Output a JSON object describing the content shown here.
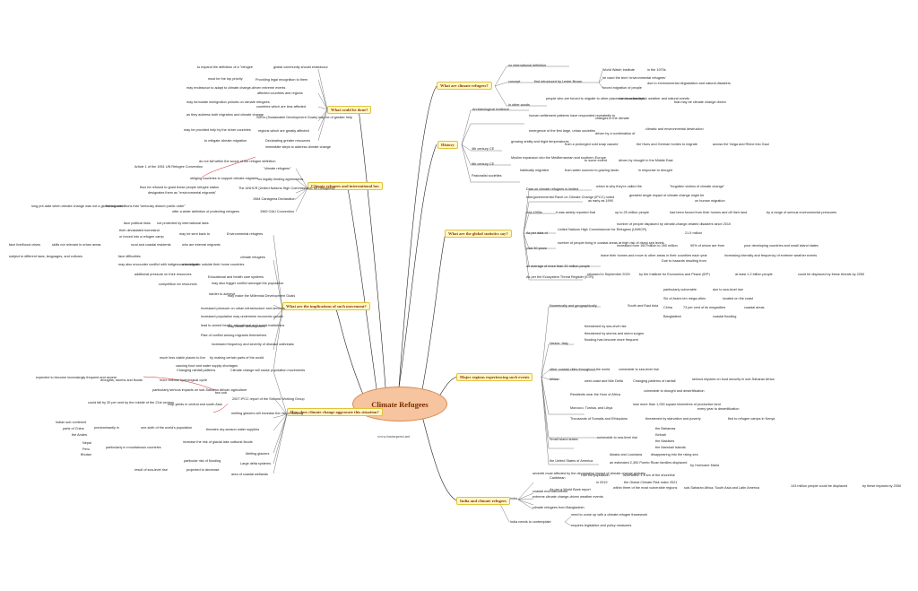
{
  "center": {
    "title": "Climate Refugees",
    "url": "www.insearpress.net"
  },
  "branches": {
    "b1": "What are climate refugees?",
    "b2": "History",
    "b3": "What are the global statistics say?",
    "b4": "Major regions experiencing such events",
    "b5": "India and climate refugees",
    "b6": "What could be done?",
    "b7": "Climate refugees and international law",
    "b8": "What are the implications of such movement?",
    "b9": "How does climate change aggravate this situation?"
  },
  "labels": {
    "r1": [
      "no international definition",
      "concept",
      "first introduced by Lester Brown",
      "World Watch Institute",
      "in the 1970s",
      "he used the term 'environmental refugees'",
      "due to environmental degradation and natural disasters",
      "forced migration of people",
      "in other words",
      "people who are forced to migrate to other places or cross borders",
      "due to catastrophic weather and natural events",
      "that may be climate change driven"
    ],
    "r2": [
      "Archaeological evidence",
      "human settlement patterns have responded repeatedly to",
      "changes in the climate",
      "emergence of the first large, urban societies",
      "driven by a combination of",
      "climatic and environmental destruction",
      "4th century CE",
      "growing aridity and frigid temperatures",
      "from a prolonged cold snap caused",
      "the Huns and German hordes to migrate",
      "across the Volga and Rhine into Gaul",
      "6th century CE",
      "Muslim expansion into the Mediterranean and southern Europe",
      "to some extent",
      "driven by drought in the Middle East",
      "Pastoralist societies",
      "habitually migrated",
      "from water sources to grazing lands",
      "in response to drought"
    ],
    "r3": [
      "Data on climate refugees is limited",
      "which is why they're called the",
      "\"forgotten victims of climate change\"",
      "Intergovernmental Panel on Climate Change (IPCC) noted",
      "as early as 1990",
      "greatest single impact of climate change might be",
      "on human migration",
      "mid-1990s",
      "it was widely reported that",
      "up to 25 million people",
      "had been forced from their homes and off their land",
      "by a range of serious environmental pressures",
      "As per data of",
      "United Nations High Commissioner for Refugees (UNHCR)",
      "number of people displaced by climate-change-related disasters since 2010",
      "21.5 million",
      "past 30 years",
      "number of people living in coastal areas at high risk of rising sea levels",
      "increased from 160 million to 260 million",
      "90% of whom are from",
      "poor developing countries and small island states",
      "an average of more than 20 million people",
      "leave their homes and move to other areas in their countries each year",
      "Due to hazards resulting from",
      "increasing intensity and frequency of extreme weather events",
      "As per the Ecosystem Threat Register (ETR)",
      "released in September 2020",
      "by the Institute for Economics and Peace (IEP)",
      "at least 1.2 billion people",
      "could be displaced by these threats by 2050"
    ],
    "r4": [
      "Numerically and geographically",
      "South and East Asia",
      "particularly vulnerable",
      "due to sea-level rise",
      "Six of Asia's ten mega-cities",
      "located on the coast",
      "China",
      "73 per cent of its megacities",
      "coastal areas",
      "Bangladesh",
      "coastal flooding",
      "Venice, Italy",
      "threatened by sea-level rise",
      "threatened by storms and storm surges",
      "flooding has become more frequent",
      "other coastal cities throughout the world",
      "vulnerable to sea-level rise",
      "Africa",
      "west coast and Nile Delta",
      "Changing patterns of rainfall",
      "serious impacts on food security in sub-Saharan Africa",
      "Residents near the Horn of Africa",
      "vulnerable to drought and desertification",
      "Morocco, Tunisia, and Libya",
      "lose more than 1,000 square kilometres of productive land",
      "every year to desertification",
      "Thousands of Somalis and Ethiopians",
      "threatened by starvation and poverty",
      "fled to refugee camps in Kenya",
      "Small island states",
      "vulnerable to sea-level rise",
      "the Bahamas",
      "Kiribati",
      "the Maldives",
      "the Marshall Islands",
      "the United States of America",
      "Alaska and Louisiana",
      "disappearing into the rising sea",
      "an estimated 2,300 Puerto Rican families displaced",
      "by Hurricane Maria",
      "Caribbean",
      "Half the population",
      "lives within 1.5 km of the shoreline",
      "As per a World Bank report",
      "within three of the most vulnerable regions",
      "sub-Saharan Africa, South Asia and Latin America",
      "143 million people could be displaced",
      "by these impacts by 2050"
    ],
    "r5": [
      "India",
      "seventh most affected by the devastating impact of climate change globally",
      "in 2019",
      "the Global Climate Risk Index 2021",
      "coastal encroachments",
      "extreme climate change-driven weather events",
      "climate refugees from Bangladesh",
      "India needs to contemplate",
      "need to come up with a climate refugee framework",
      "requires legislative and policy measures"
    ],
    "l1": [
      "to expand the definition of a \"refugee",
      "global community should endeavour",
      "must be the top priority",
      "Providing legal recognition to them",
      "may endeavour to adapt to climate change-driven extreme events",
      "affected countries and regions",
      "may formulate immigration policies on climate refugees",
      "countries which are less affected",
      "as they address both migration and climate change",
      "SDGs (Sustainable Development Goals) may be of greater help",
      "may be provided help by the richer countries",
      "regions which are greatly affected",
      "to mitigate climate migration",
      "Declarating greater resources",
      "immediate steps to address climate change"
    ],
    "l2": [
      "do not fall within the scope of the refugee definition",
      "Article 1 of the 1951 UN Refugee Convention",
      "\"climate refugees\"",
      "obliging countries to support climate migrants",
      "no legally binding agreements",
      "thus be refused to grant these people refugee status",
      "designates them as \"environmental migrants\"",
      "The UNHCR (United Nations High Commissioner for Refugees)",
      "1984 Cartagena Declaration",
      "long pre-date when climate change was not a global concern",
      "fleeing conditions that \"seriously disturb public order\"",
      "offer a wider definition of protecting refugees",
      "1969 OAU Convention"
    ],
    "l3": [
      "face political risks",
      "not protected by international laws",
      "their devastated homeland",
      "may be sent back to",
      "or forced into a refugee camp",
      "Environmental refugees",
      "face livelihood crises",
      "skills not relevant in urban areas",
      "rural and coastal residents",
      "who are internal migrants",
      "climate refugees",
      "subject to different laws, languages, and cultures",
      "face difficulties",
      "may also encounter conflict with indigenous residents",
      "who migrate outside their home countries",
      "additional pressure on their resources",
      "Educational and health care systems",
      "competition for resources",
      "may also trigger conflict amongst the population",
      "harder to achieve",
      "may make the Millennial Development Goals",
      "increased pressure on urban infrastructure and services",
      "increased population may undermine economic growth",
      "lead to armed health, educational and social institutions",
      "Rise of conflict among migrants themselves",
      "may hinder development",
      "increased frequency and severity of disease outbreaks"
    ],
    "l4": [
      "much less viable places to live",
      "by making certain parts of the world",
      "causing food and water supply shortages",
      "Changing rainfall patterns",
      "expected to become increasingly frequent and severe",
      "droughts, storms and floods",
      "more intense hydrological cycle",
      "Climate change will cause population movements",
      "particularly serious impacts on sub-Saharan African agriculture",
      "two sub",
      "could fall by 30 per cent by the middle of the 21st century",
      "crop yields in central and south Asia",
      "2007 IPCC report of the Second Working Group",
      "Indian sub continent",
      "parts of China",
      "the Andes",
      "predominantly in",
      "one-sixth of the world's population",
      "Nepal",
      "Peru",
      "Bhutan",
      "particularly in mountainous countries",
      "increase the risk of glacial lake outburst floods",
      "melting glaciers will increase the risk of flooding",
      "Melting glaciers",
      "particular risk of flooding",
      "Large delta systems",
      "result of sea-level rise",
      "projected to decrease",
      "area of coastal wetlands",
      "threaten dry-season water supplies"
    ]
  }
}
